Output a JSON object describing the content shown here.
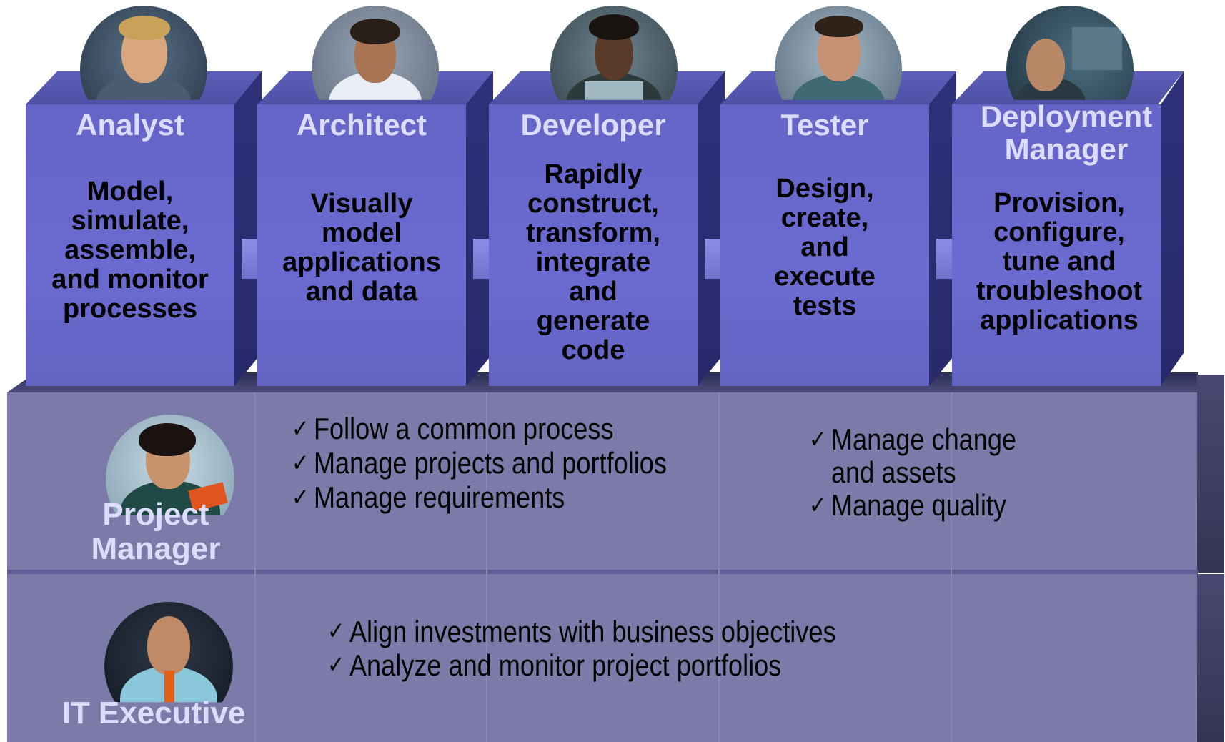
{
  "roles": [
    {
      "title": "Analyst",
      "description": "Model, simulate, assemble, and monitor processes",
      "desc_lines": [
        "Model,",
        "simulate,",
        "assemble,",
        "and monitor",
        "processes"
      ]
    },
    {
      "title": "Architect",
      "description": "Visually model applications and data",
      "desc_lines": [
        "Visually",
        "model",
        "applications",
        "and data"
      ]
    },
    {
      "title": "Developer",
      "description": "Rapidly construct, transform, integrate and generate code",
      "desc_lines": [
        "Rapidly",
        "construct,",
        "transform,",
        "integrate",
        "and",
        "generate",
        "code"
      ]
    },
    {
      "title": "Tester",
      "description": "Design, create, and execute tests",
      "desc_lines": [
        "Design,",
        "create,",
        "and",
        "execute",
        "tests"
      ]
    },
    {
      "title_lines": [
        "Deployment",
        "Manager"
      ],
      "description": "Provision, configure, tune and troubleshoot applications",
      "desc_lines": [
        "Provision,",
        "configure,",
        "tune and",
        "troubleshoot",
        "applications"
      ]
    }
  ],
  "project_manager": {
    "label_lines": [
      "Project",
      "Manager"
    ],
    "check_mark": "✓",
    "left_items": [
      "Follow a common process",
      "Manage projects and portfolios",
      "Manage requirements"
    ],
    "right_items": [
      [
        "Manage change",
        "and assets"
      ],
      [
        "Manage quality"
      ]
    ]
  },
  "it_executive": {
    "label": "IT Executive",
    "check_mark": "✓",
    "items": [
      "Align investments with business objectives",
      "Analyze and monitor project portfolios"
    ]
  },
  "colors": {
    "column_front": "#6868cc",
    "column_side": "#2c2e74",
    "band": "#7c7aa8",
    "label_text": "#dcdcff"
  }
}
